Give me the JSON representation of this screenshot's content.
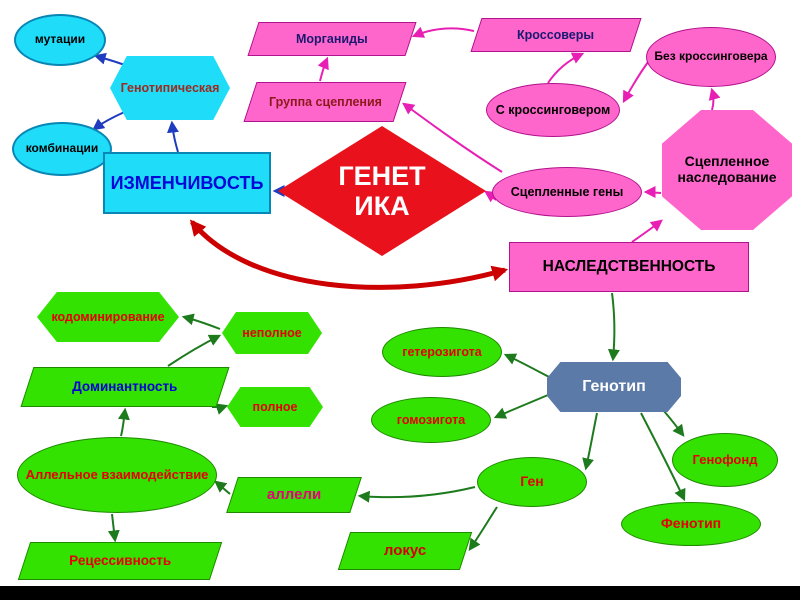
{
  "center": {
    "label": "ГЕНЕТИКА"
  },
  "variability": {
    "main": "ИЗМЕНЧИВОСТЬ",
    "genotypic": "Генотипическая",
    "mutations": "мутации",
    "combinations": "комбинации"
  },
  "heredity": {
    "main": "НАСЛЕДСТВЕННОСТЬ",
    "linked_inheritance": "Сцепленное наследование",
    "linked_genes": "Сцепленные гены",
    "with_crossingover": "С кроссинговером",
    "without_crossingover": "Без кроссинговера",
    "crossovers": "Кроссоверы",
    "morganids": "Морганиды",
    "linkage_group": "Группа сцепления"
  },
  "genotype": {
    "main": "Генотип",
    "heterozygote": "гетерозигота",
    "homozygote": "гомозигота",
    "gene": "Ген",
    "gene_pool": "Генофонд",
    "phenotype": "Фенотип",
    "locus": "локус",
    "alleles": "аллели",
    "allelic_interaction": "Аллельное взаимодействие",
    "dominance": "Доминантность",
    "recessiveness": "Рецессивность",
    "codominance": "кодоминирование",
    "incomplete": "неполное",
    "complete": "полное"
  },
  "colors": {
    "cyan_fill": "#1fdcf8",
    "pink_fill": "#ff66cc",
    "center_red": "#e8111c",
    "green_fill": "#33e200",
    "genotype_slate": "#5b7aa8",
    "arrow_blue": "#1f3bbf",
    "arrow_red": "#cc0000",
    "arrow_pink": "#e windows81fb4",
    "arrow_green": "#1d7a1d"
  }
}
